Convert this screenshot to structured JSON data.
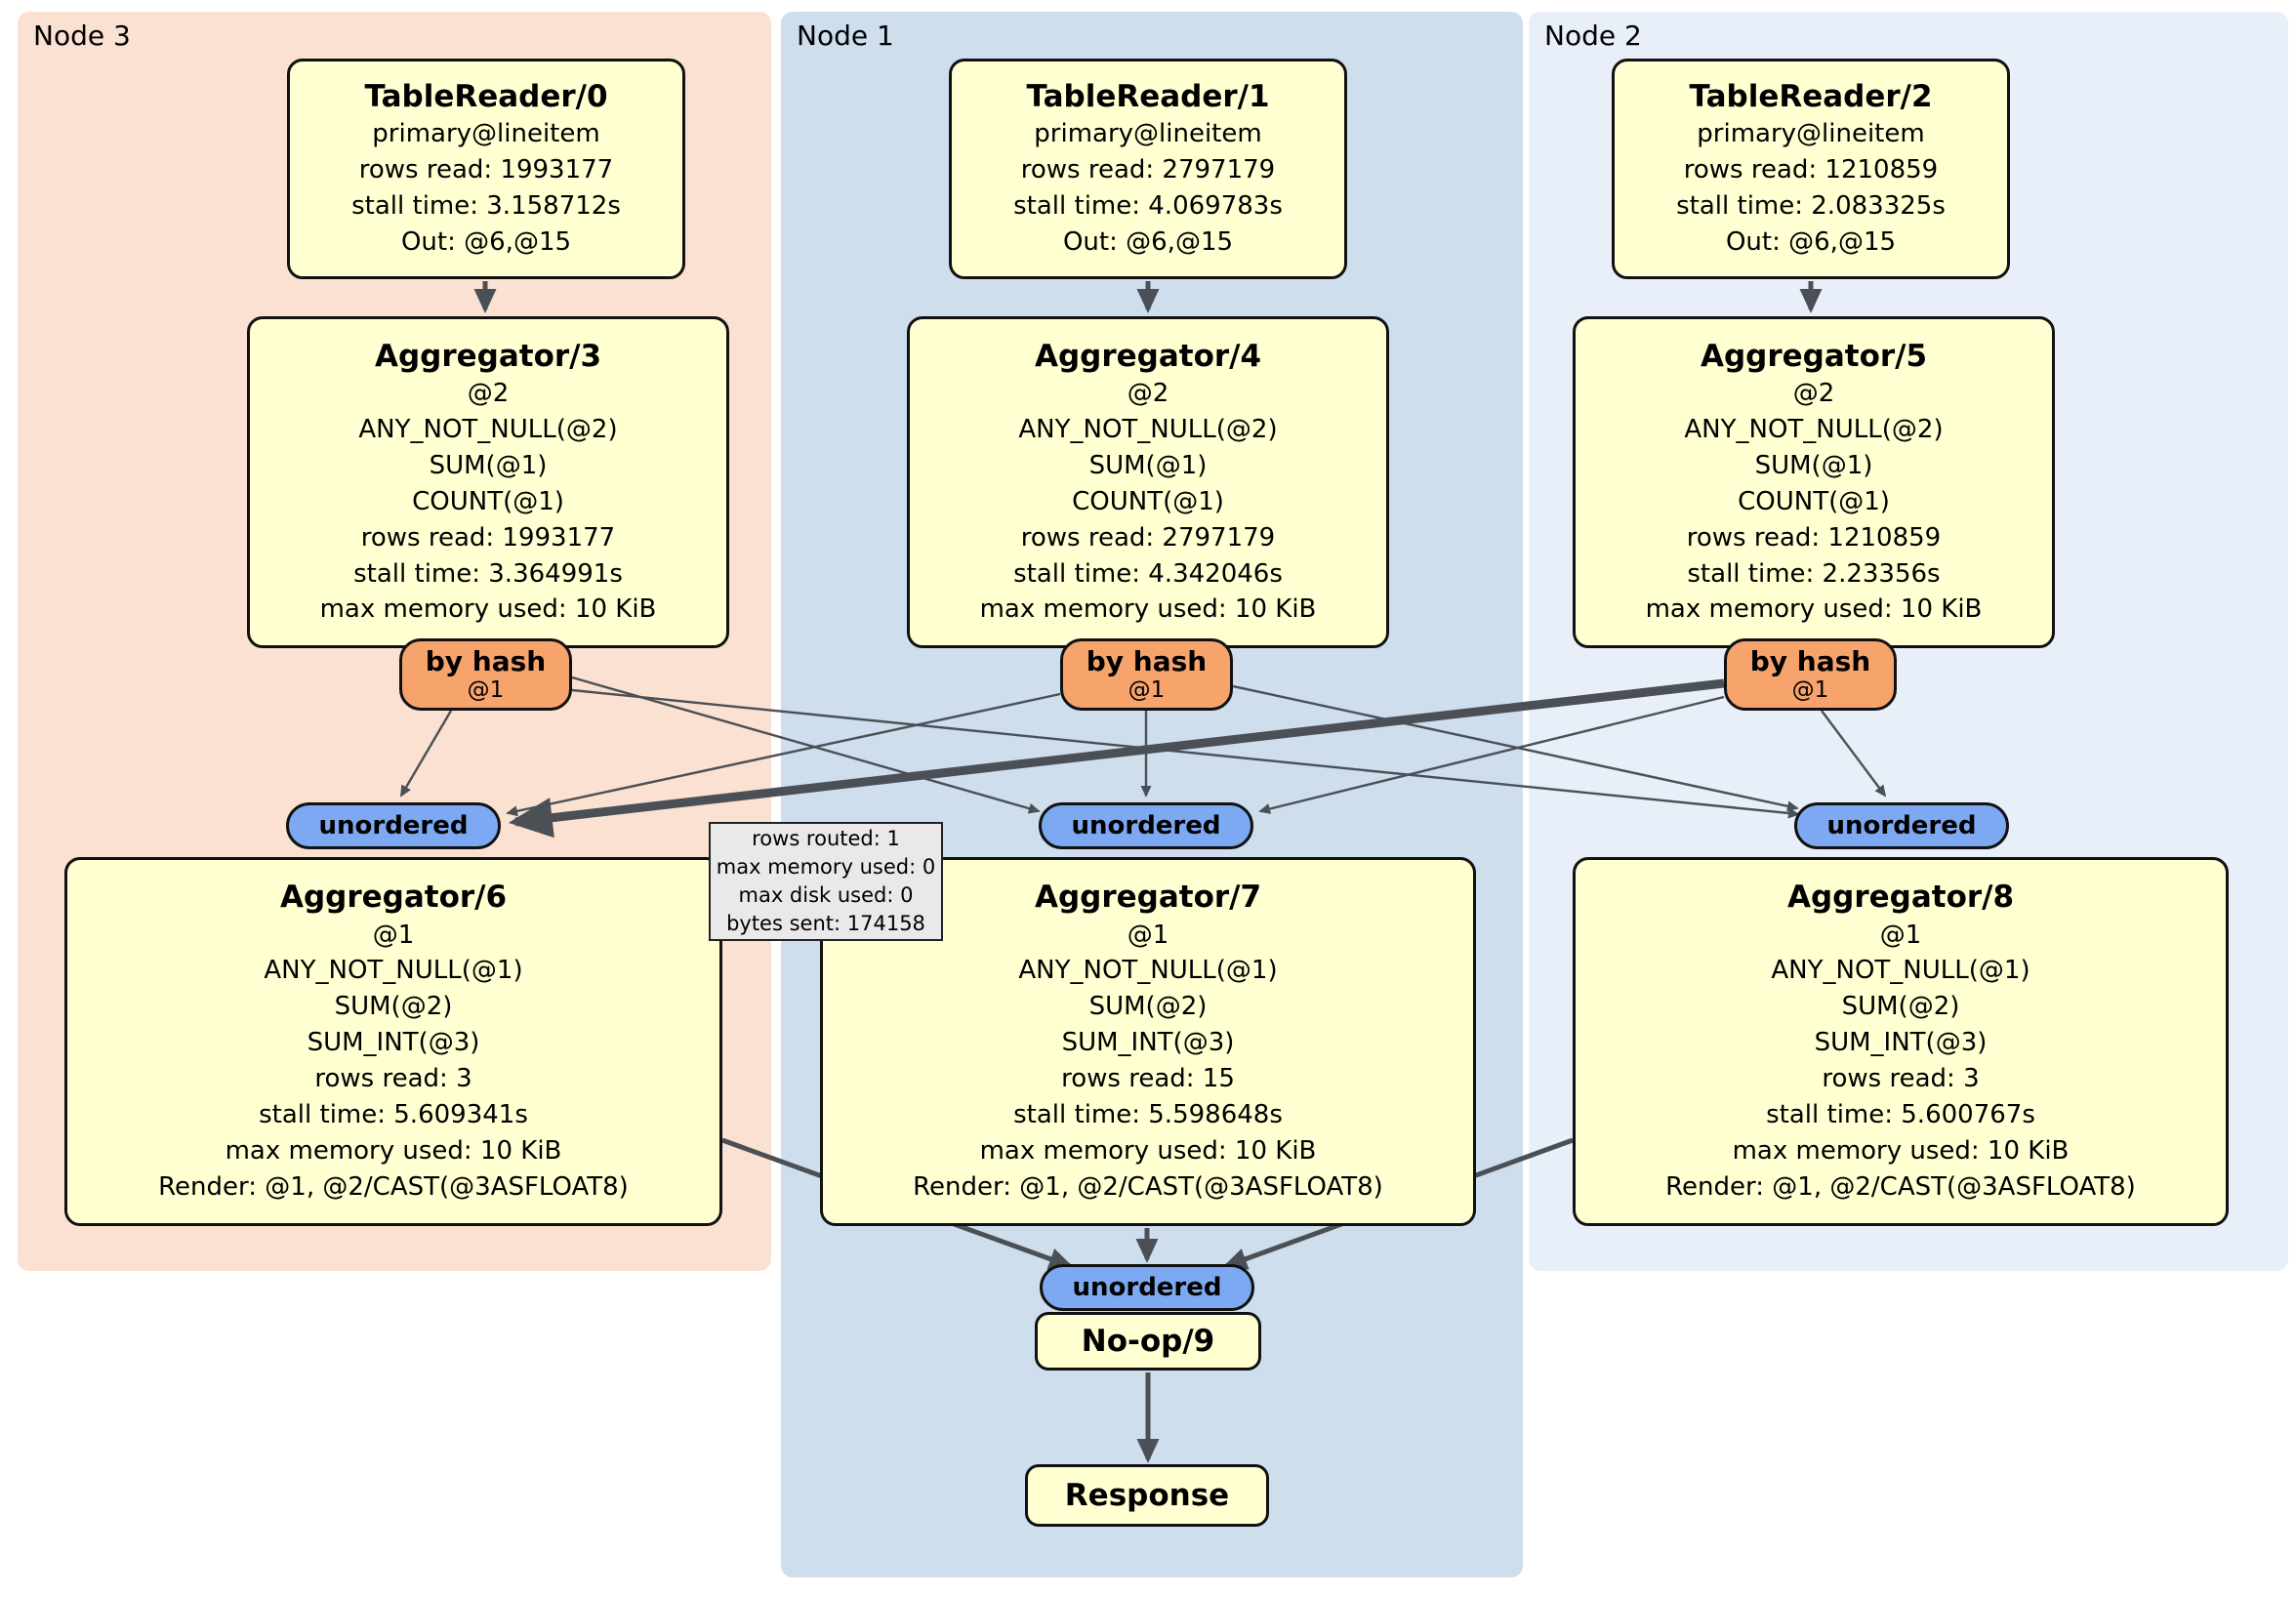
{
  "regions": [
    {
      "id": "node3",
      "label": "Node 3",
      "background": "#FAE1D1"
    },
    {
      "id": "node1",
      "label": "Node 1",
      "background": "#CEDEEC"
    },
    {
      "id": "node2",
      "label": "Node 2",
      "background": "#E9EFF9"
    }
  ],
  "colors": {
    "processor_box": "#FFFFD2",
    "router": "#F7A36C",
    "stream": "#7CA9F2",
    "edge": "#4A5056",
    "tooltip_bg": "#E9E9E9",
    "border": "#111111"
  },
  "processors": {
    "tr0": {
      "title": "TableReader/0",
      "lines": [
        "primary@lineitem",
        "rows read: 1993177",
        "stall time: 3.158712s",
        "Out: @6,@15"
      ]
    },
    "tr1": {
      "title": "TableReader/1",
      "lines": [
        "primary@lineitem",
        "rows read: 2797179",
        "stall time: 4.069783s",
        "Out: @6,@15"
      ]
    },
    "tr2": {
      "title": "TableReader/2",
      "lines": [
        "primary@lineitem",
        "rows read: 1210859",
        "stall time: 2.083325s",
        "Out: @6,@15"
      ]
    },
    "agg3": {
      "title": "Aggregator/3",
      "lines": [
        "@2",
        "ANY_NOT_NULL(@2)",
        "SUM(@1)",
        "COUNT(@1)",
        "rows read: 1993177",
        "stall time: 3.364991s",
        "max memory used: 10 KiB"
      ]
    },
    "agg4": {
      "title": "Aggregator/4",
      "lines": [
        "@2",
        "ANY_NOT_NULL(@2)",
        "SUM(@1)",
        "COUNT(@1)",
        "rows read: 2797179",
        "stall time: 4.342046s",
        "max memory used: 10 KiB"
      ]
    },
    "agg5": {
      "title": "Aggregator/5",
      "lines": [
        "@2",
        "ANY_NOT_NULL(@2)",
        "SUM(@1)",
        "COUNT(@1)",
        "rows read: 1210859",
        "stall time: 2.23356s",
        "max memory used: 10 KiB"
      ]
    },
    "agg6": {
      "title": "Aggregator/6",
      "lines": [
        "@1",
        "ANY_NOT_NULL(@1)",
        "SUM(@2)",
        "SUM_INT(@3)",
        "rows read: 3",
        "stall time: 5.609341s",
        "max memory used: 10 KiB",
        "Render: @1, @2/CAST(@3ASFLOAT8)"
      ]
    },
    "agg7": {
      "title": "Aggregator/7",
      "lines": [
        "@1",
        "ANY_NOT_NULL(@1)",
        "SUM(@2)",
        "SUM_INT(@3)",
        "rows read: 15",
        "stall time: 5.598648s",
        "max memory used: 10 KiB",
        "Render: @1, @2/CAST(@3ASFLOAT8)"
      ]
    },
    "agg8": {
      "title": "Aggregator/8",
      "lines": [
        "@1",
        "ANY_NOT_NULL(@1)",
        "SUM(@2)",
        "SUM_INT(@3)",
        "rows read: 3",
        "stall time: 5.600767s",
        "max memory used: 10 KiB",
        "Render: @1, @2/CAST(@3ASFLOAT8)"
      ]
    },
    "noop": {
      "title": "No-op/9"
    },
    "response": {
      "title": "Response"
    }
  },
  "routers": [
    {
      "label": "by hash",
      "expr": "@1"
    },
    {
      "label": "by hash",
      "expr": "@1"
    },
    {
      "label": "by hash",
      "expr": "@1"
    }
  ],
  "streams": [
    {
      "label": "unordered"
    },
    {
      "label": "unordered"
    },
    {
      "label": "unordered"
    },
    {
      "label": "unordered"
    }
  ],
  "edge_tooltip": {
    "lines": [
      "rows routed: 1",
      "max memory used: 0",
      "max disk used: 0",
      "bytes sent: 174158"
    ]
  },
  "edges": [
    {
      "from": "tablereader0",
      "to": "aggregator3"
    },
    {
      "from": "tablereader1",
      "to": "aggregator4"
    },
    {
      "from": "tablereader2",
      "to": "aggregator5"
    },
    {
      "from": "byhash-node3",
      "to": "unordered-node3"
    },
    {
      "from": "byhash-node3",
      "to": "unordered-node1"
    },
    {
      "from": "byhash-node3",
      "to": "unordered-node2"
    },
    {
      "from": "byhash-node1",
      "to": "unordered-node3"
    },
    {
      "from": "byhash-node1",
      "to": "unordered-node1"
    },
    {
      "from": "byhash-node1",
      "to": "unordered-node2"
    },
    {
      "from": "byhash-node2",
      "to": "unordered-node3",
      "highlighted": true
    },
    {
      "from": "byhash-node2",
      "to": "unordered-node1"
    },
    {
      "from": "byhash-node2",
      "to": "unordered-node2"
    },
    {
      "from": "aggregator6",
      "to": "unordered-noop"
    },
    {
      "from": "aggregator7",
      "to": "unordered-noop"
    },
    {
      "from": "aggregator8",
      "to": "unordered-noop"
    },
    {
      "from": "noop9",
      "to": "response"
    }
  ]
}
